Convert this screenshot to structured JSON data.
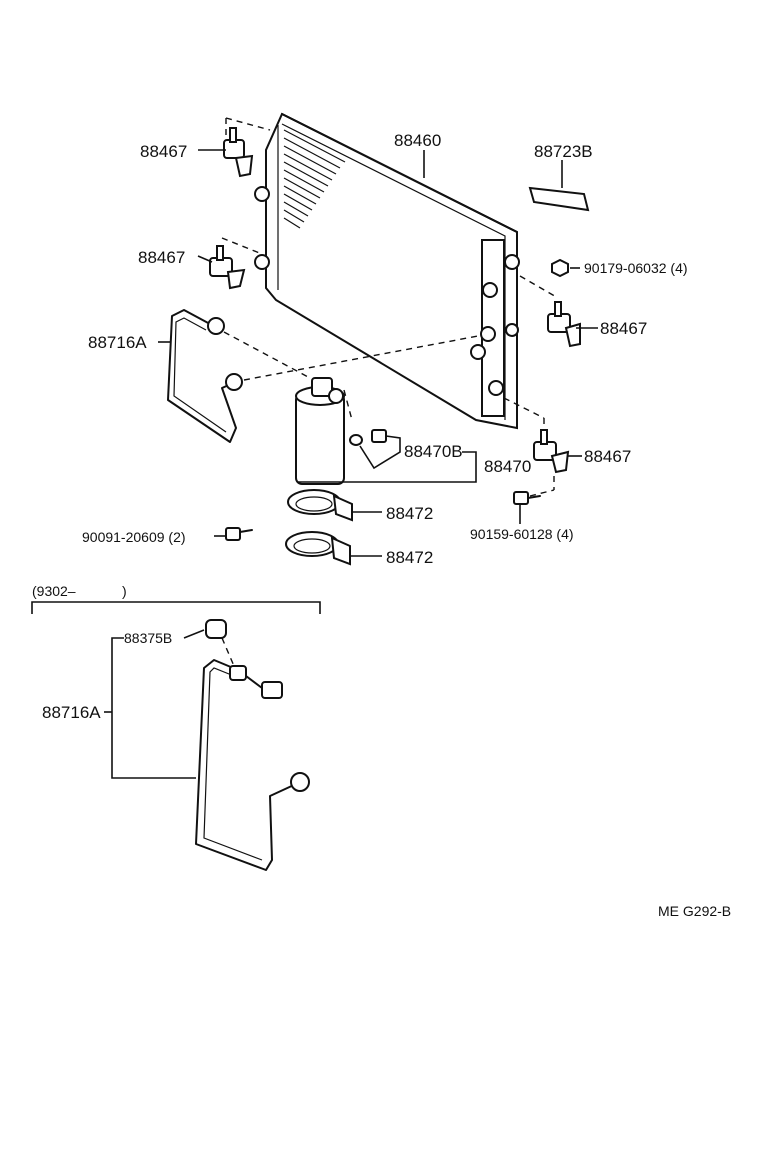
{
  "labels": {
    "p88467_a": "88467",
    "p88460": "88460",
    "p88723B": "88723B",
    "p88467_b": "88467",
    "p90179": "90179-06032 (4)",
    "p88467_c": "88467",
    "p88716A_a": "88716A",
    "p88470B": "88470B",
    "p88470": "88470",
    "p88467_d": "88467",
    "p88472_a": "88472",
    "p90091": "90091-20609 (2)",
    "p90159": "90159-60128 (4)",
    "p88472_b": "88472",
    "range": "(9302–",
    "range_close": ")",
    "p88375B": "88375B",
    "p88716A_b": "88716A",
    "code": "ME  G292-B"
  }
}
